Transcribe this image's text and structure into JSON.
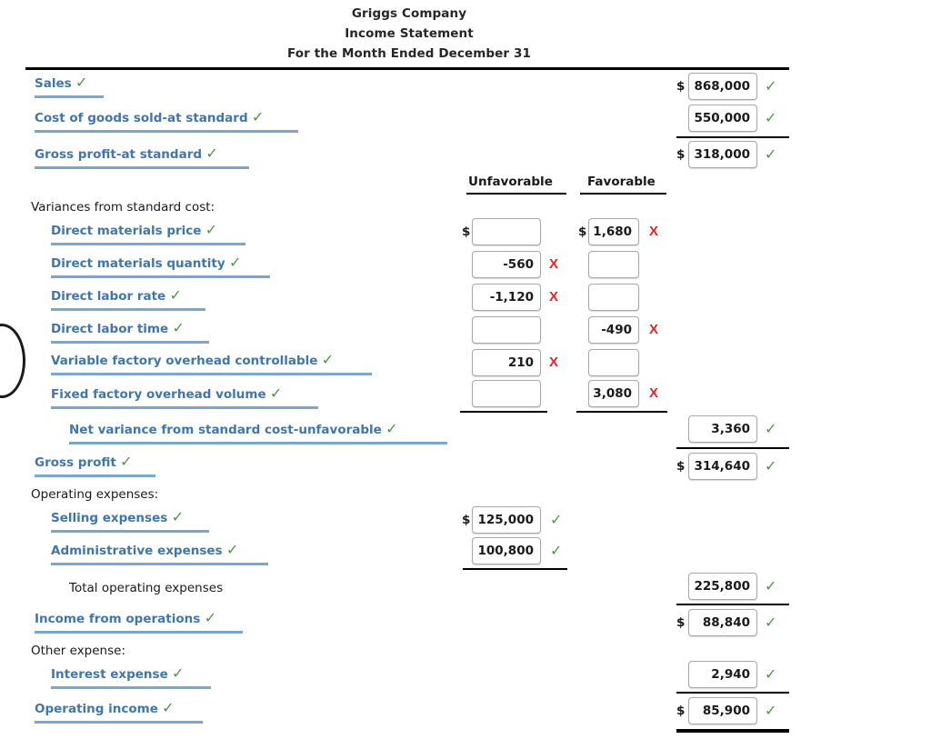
{
  "document": {
    "company": "Griggs Company",
    "statement": "Income Statement",
    "period": "For the Month Ended December 31"
  },
  "columns": {
    "unfavorable": "Unfavorable",
    "favorable": "Favorable"
  },
  "currency_symbol": "$",
  "marks": {
    "correct": "✓",
    "incorrect": "X"
  },
  "colors": {
    "label_blue": "#3f76ad",
    "underline_blue": "#7aa6d2",
    "correct_green": "#4a9a3f",
    "incorrect_red": "#ee2020",
    "rule_black": "#000000"
  },
  "section_labels": {
    "variances": "Variances from standard cost:",
    "operating_expenses": "Operating expenses:",
    "total_operating_expenses": "Total operating expenses",
    "other_expense": "Other expense:"
  },
  "rows": [
    {
      "label": "Sales",
      "label_mark": "correct",
      "right_value": "868,000",
      "right_dollar": "$",
      "right_mark": "correct"
    },
    {
      "label": "Cost of goods sold-at standard",
      "label_mark": "correct",
      "right_value": "550,000",
      "right_dollar": "",
      "right_mark": "correct"
    },
    {
      "label": "Gross profit-at standard",
      "label_mark": "correct",
      "right_value": "318,000",
      "right_dollar": "$",
      "right_mark": "correct"
    },
    {
      "label": "Direct materials price",
      "label_mark": "correct",
      "unfav_value": "",
      "unfav_dollar": "$",
      "unfav_mark": "",
      "fav_value": "1,680",
      "fav_dollar": "$",
      "fav_mark": "incorrect"
    },
    {
      "label": "Direct materials quantity",
      "label_mark": "correct",
      "unfav_value": "-560",
      "unfav_dollar": "",
      "unfav_mark": "incorrect",
      "fav_value": "",
      "fav_dollar": "",
      "fav_mark": ""
    },
    {
      "label": "Direct labor rate",
      "label_mark": "correct",
      "unfav_value": "-1,120",
      "unfav_dollar": "",
      "unfav_mark": "incorrect",
      "fav_value": "",
      "fav_dollar": "",
      "fav_mark": ""
    },
    {
      "label": "Direct labor time",
      "label_mark": "correct",
      "unfav_value": "",
      "unfav_dollar": "",
      "unfav_mark": "",
      "fav_value": "-490",
      "fav_dollar": "",
      "fav_mark": "incorrect"
    },
    {
      "label": "Variable factory overhead controllable",
      "label_mark": "correct",
      "unfav_value": "210",
      "unfav_dollar": "",
      "unfav_mark": "incorrect",
      "fav_value": "",
      "fav_dollar": "",
      "fav_mark": ""
    },
    {
      "label": "Fixed factory overhead volume",
      "label_mark": "correct",
      "unfav_value": "",
      "unfav_dollar": "",
      "unfav_mark": "",
      "fav_value": "3,080",
      "fav_dollar": "",
      "fav_mark": "incorrect"
    },
    {
      "label": "Net variance from standard cost-unfavorable",
      "label_mark": "correct",
      "right_value": "3,360",
      "right_dollar": "",
      "right_mark": "correct"
    },
    {
      "label": "Gross profit",
      "label_mark": "correct",
      "right_value": "314,640",
      "right_dollar": "$",
      "right_mark": "correct"
    },
    {
      "label": "Selling expenses",
      "label_mark": "correct",
      "unfav_value": "125,000",
      "unfav_dollar": "$",
      "unfav_mark": "correct"
    },
    {
      "label": "Administrative expenses",
      "label_mark": "correct",
      "unfav_value": "100,800",
      "unfav_dollar": "",
      "unfav_mark": "correct"
    },
    {
      "label": "Total operating expenses",
      "label_mark": "",
      "right_value": "225,800",
      "right_dollar": "",
      "right_mark": "correct"
    },
    {
      "label": "Income from operations",
      "label_mark": "correct",
      "right_value": "88,840",
      "right_dollar": "$",
      "right_mark": "correct"
    },
    {
      "label": "Interest expense",
      "label_mark": "correct",
      "right_value": "2,940",
      "right_dollar": "",
      "right_mark": "correct"
    },
    {
      "label": "Operating income",
      "label_mark": "correct",
      "right_value": "85,900",
      "right_dollar": "$",
      "right_mark": "correct"
    }
  ]
}
